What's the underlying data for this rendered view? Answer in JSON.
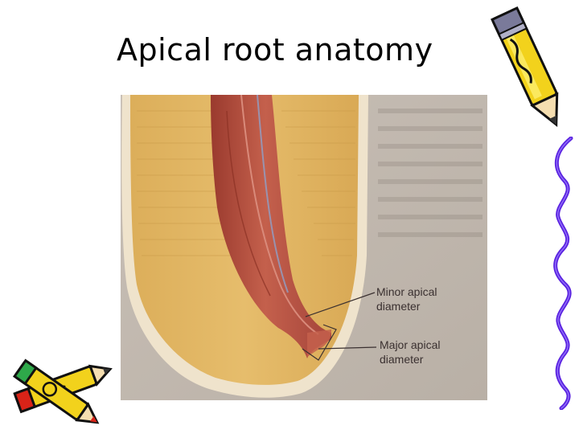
{
  "slide": {
    "title": "Apical root anatomy"
  },
  "diagram": {
    "labels": {
      "minor_apical_diameter": [
        "Minor apical",
        "diameter"
      ],
      "major_apical_diameter": [
        "Major apical",
        "diameter"
      ]
    }
  },
  "decorations": {
    "top_right": "pencil-clipart",
    "bottom_left": "crossed-pencils-clipart",
    "right_edge": "wavy-purple-line"
  },
  "colors": {
    "background": "#ffffff",
    "title_text": "#000000",
    "dentin": "#e0b560",
    "pulp": "#b5503f",
    "purple_squiggle": "#5a22e0",
    "pencil_yellow": "#f2d21c",
    "pencil_red": "#d92318"
  }
}
